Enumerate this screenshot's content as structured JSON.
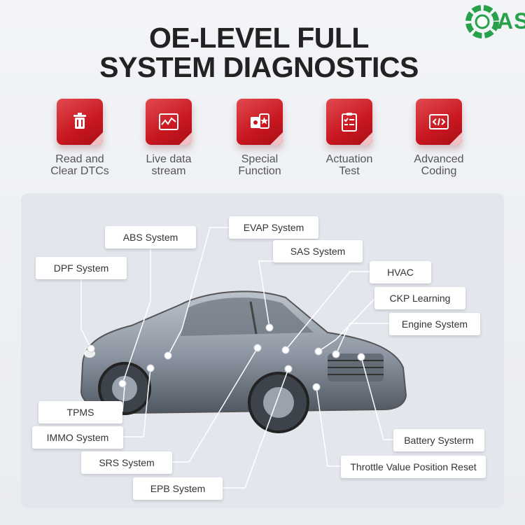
{
  "logo": {
    "text": "AS",
    "color": "#27a24a"
  },
  "title": {
    "line1": "OE-LEVEL FULL",
    "line2": "SYSTEM DIAGNOSTICS"
  },
  "features": [
    {
      "icon": "trash-icon",
      "line1": "Read and",
      "line2": "Clear DTCs"
    },
    {
      "icon": "live-data-icon",
      "line1": "Live data",
      "line2": "stream"
    },
    {
      "icon": "special-function-icon",
      "line1": "Special",
      "line2": "Function"
    },
    {
      "icon": "clipboard-icon",
      "line1": "Actuation",
      "line2": "Test"
    },
    {
      "icon": "code-icon",
      "line1": "Advanced",
      "line2": "Coding"
    }
  ],
  "systems": {
    "abs": "ABS System",
    "evap": "EVAP System",
    "dpf": "DPF System",
    "sas": "SAS System",
    "hvac": "HVAC",
    "ckp": "CKP Learning",
    "engine": "Engine System",
    "tpms": "TPMS",
    "immo": "IMMO System",
    "srs": "SRS System",
    "epb": "EPB System",
    "battery": "Battery Systerm",
    "throttle": "Throttle Value Position Reset"
  },
  "colors": {
    "accent": "#c8161f",
    "panel": "#e3e7ed"
  }
}
